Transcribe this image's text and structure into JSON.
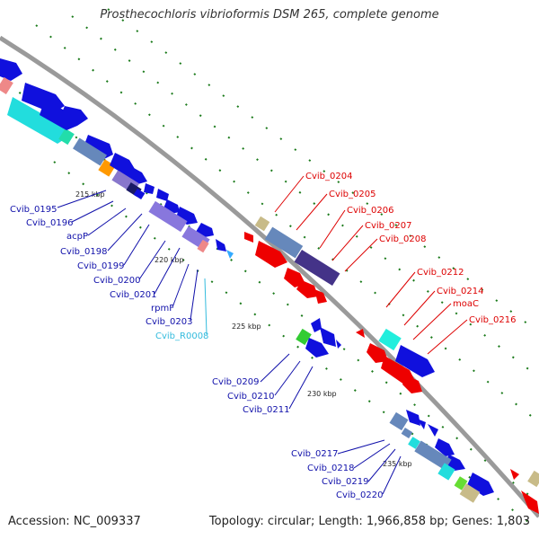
{
  "title": "Prosthecochloris vibrioformis DSM 265, complete genome",
  "footer": {
    "accession": "Accession: NC_009337",
    "stats": "Topology: circular; Length: 1,966,858 bp; Genes: 1,803"
  },
  "kbp_labels": [
    {
      "text": "215 kbp"
    },
    {
      "text": "220 kbp"
    },
    {
      "text": "225 kbp"
    },
    {
      "text": "230 kbp"
    },
    {
      "text": "235 kbp"
    }
  ],
  "genes": [
    {
      "name": "Cvib_0195",
      "color": "#1a1ab3",
      "strand": "minus"
    },
    {
      "name": "Cvib_0196",
      "color": "#1a1ab3",
      "strand": "minus"
    },
    {
      "name": "acpP",
      "color": "#1a1ab3",
      "strand": "minus"
    },
    {
      "name": "Cvib_0198",
      "color": "#1a1ab3",
      "strand": "minus"
    },
    {
      "name": "Cvib_0199",
      "color": "#1a1ab3",
      "strand": "minus"
    },
    {
      "name": "Cvib_0200",
      "color": "#1a1ab3",
      "strand": "minus"
    },
    {
      "name": "Cvib_0201",
      "color": "#1a1ab3",
      "strand": "minus"
    },
    {
      "name": "rpmF",
      "color": "#1a1ab3",
      "strand": "minus"
    },
    {
      "name": "Cvib_0203",
      "color": "#1a1ab3",
      "strand": "minus"
    },
    {
      "name": "Cvib_R0008",
      "color": "#33bbdd",
      "strand": "minus"
    },
    {
      "name": "Cvib_0204",
      "color": "#dd0000",
      "strand": "plus"
    },
    {
      "name": "Cvib_0205",
      "color": "#dd0000",
      "strand": "plus"
    },
    {
      "name": "Cvib_0206",
      "color": "#dd0000",
      "strand": "plus"
    },
    {
      "name": "Cvib_0207",
      "color": "#dd0000",
      "strand": "plus"
    },
    {
      "name": "Cvib_0208",
      "color": "#dd0000",
      "strand": "plus"
    },
    {
      "name": "Cvib_0209",
      "color": "#1a1ab3",
      "strand": "minus"
    },
    {
      "name": "Cvib_0210",
      "color": "#1a1ab3",
      "strand": "minus"
    },
    {
      "name": "Cvib_0211",
      "color": "#1a1ab3",
      "strand": "minus"
    },
    {
      "name": "Cvib_0212",
      "color": "#dd0000",
      "strand": "plus"
    },
    {
      "name": "Cvib_0214",
      "color": "#dd0000",
      "strand": "plus"
    },
    {
      "name": "moaC",
      "color": "#dd0000",
      "strand": "plus"
    },
    {
      "name": "Cvib_0216",
      "color": "#dd0000",
      "strand": "plus"
    },
    {
      "name": "Cvib_0217",
      "color": "#1a1ab3",
      "strand": "minus"
    },
    {
      "name": "Cvib_0218",
      "color": "#1a1ab3",
      "strand": "minus"
    },
    {
      "name": "Cvib_0219",
      "color": "#1a1ab3",
      "strand": "minus"
    },
    {
      "name": "Cvib_0220",
      "color": "#1a1ab3",
      "strand": "minus"
    }
  ]
}
